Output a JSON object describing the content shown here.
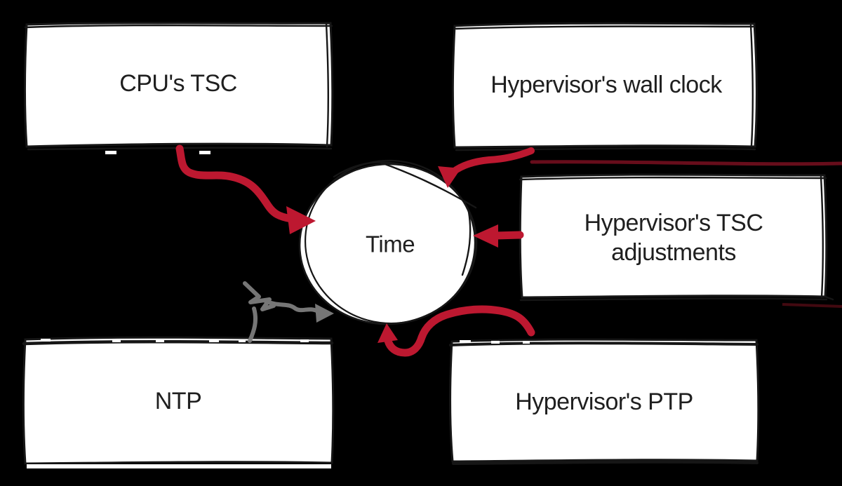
{
  "diagram": {
    "center": {
      "label": "Time"
    },
    "boxes": [
      {
        "id": "cpu-tsc",
        "label": "CPU's TSC"
      },
      {
        "id": "hypervisor-wall-clock",
        "label": "Hypervisor's wall clock"
      },
      {
        "id": "hypervisor-tsc-adjustments",
        "label": "Hypervisor's TSC",
        "label2": "adjustments"
      },
      {
        "id": "ntp",
        "label": "NTP"
      },
      {
        "id": "hypervisor-ptp",
        "label": "Hypervisor's PTP"
      }
    ],
    "edges": [
      {
        "from": "CPU's TSC",
        "to": "Time",
        "style": "solid-red-arrow"
      },
      {
        "from": "Hypervisor's wall clock",
        "to": "Time",
        "style": "solid-red-arrow"
      },
      {
        "from": "Hypervisor's TSC adjustments",
        "to": "Time",
        "style": "solid-red-arrow"
      },
      {
        "from": "Hypervisor's PTP",
        "to": "Time",
        "style": "solid-red-arrow"
      },
      {
        "from": "NTP",
        "to": "Time",
        "style": "sketchy-gray-arrow"
      }
    ],
    "colors": {
      "background": "#000000",
      "box_fill": "#ffffff",
      "ink": "#161616",
      "text": "#1f1f1f",
      "arrow_red": "#bd1830",
      "arrow_red_dark": "#700e1d",
      "smudge_red": "#4d0a13",
      "sketch_gray": "#7d7d7d"
    }
  }
}
